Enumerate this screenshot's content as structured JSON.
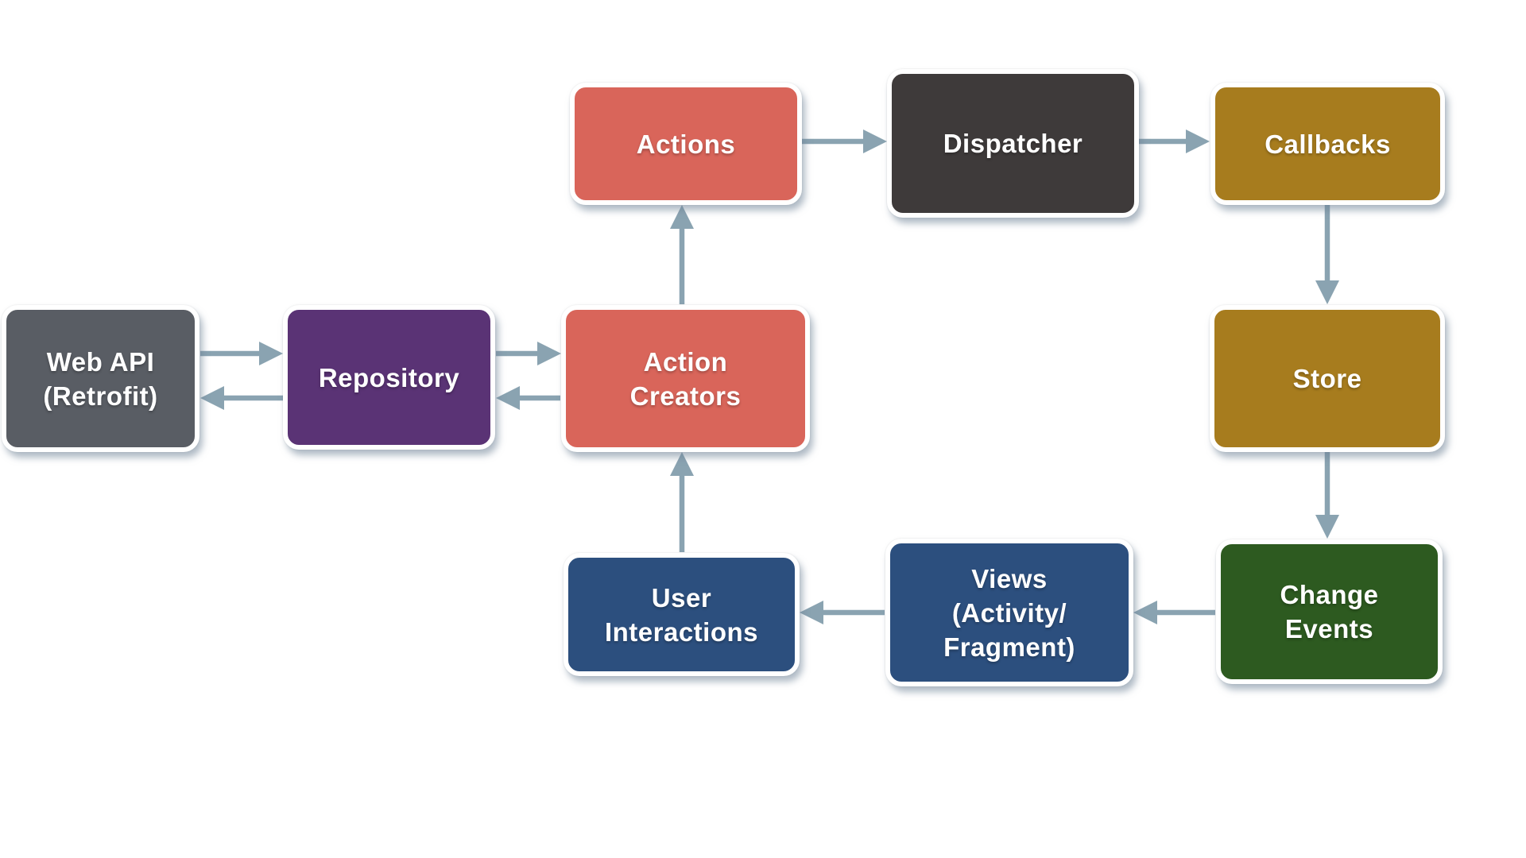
{
  "page": {
    "background": "#FFFFFF"
  },
  "diagram": {
    "arrow_color": "#8AA3B1",
    "nodes": [
      {
        "id": "actions",
        "label": "Actions",
        "color": "#D9655A"
      },
      {
        "id": "dispatcher",
        "label": "Dispatcher",
        "color": "#3E3A3A"
      },
      {
        "id": "callbacks",
        "label": "Callbacks",
        "color": "#A77C1E"
      },
      {
        "id": "web-api",
        "label": "Web API\n(Retrofit)",
        "color": "#595D64"
      },
      {
        "id": "repository",
        "label": "Repository",
        "color": "#5A3375"
      },
      {
        "id": "action-creators",
        "label": "Action\nCreators",
        "color": "#D9655A"
      },
      {
        "id": "store",
        "label": "Store",
        "color": "#A77C1E"
      },
      {
        "id": "user-interactions",
        "label": "User\nInteractions",
        "color": "#2C4F7E"
      },
      {
        "id": "views",
        "label": "Views\n(Activity/\nFragment)",
        "color": "#2C4F7E"
      },
      {
        "id": "change-events",
        "label": "Change\nEvents",
        "color": "#2D5A20"
      }
    ],
    "edges": [
      {
        "from": "actions",
        "to": "dispatcher"
      },
      {
        "from": "dispatcher",
        "to": "callbacks"
      },
      {
        "from": "callbacks",
        "to": "store"
      },
      {
        "from": "store",
        "to": "change-events"
      },
      {
        "from": "change-events",
        "to": "views"
      },
      {
        "from": "views",
        "to": "user-interactions"
      },
      {
        "from": "user-interactions",
        "to": "action-creators"
      },
      {
        "from": "action-creators",
        "to": "actions"
      },
      {
        "from": "web-api",
        "to": "repository"
      },
      {
        "from": "repository",
        "to": "web-api"
      },
      {
        "from": "repository",
        "to": "action-creators"
      },
      {
        "from": "action-creators",
        "to": "repository"
      }
    ]
  }
}
